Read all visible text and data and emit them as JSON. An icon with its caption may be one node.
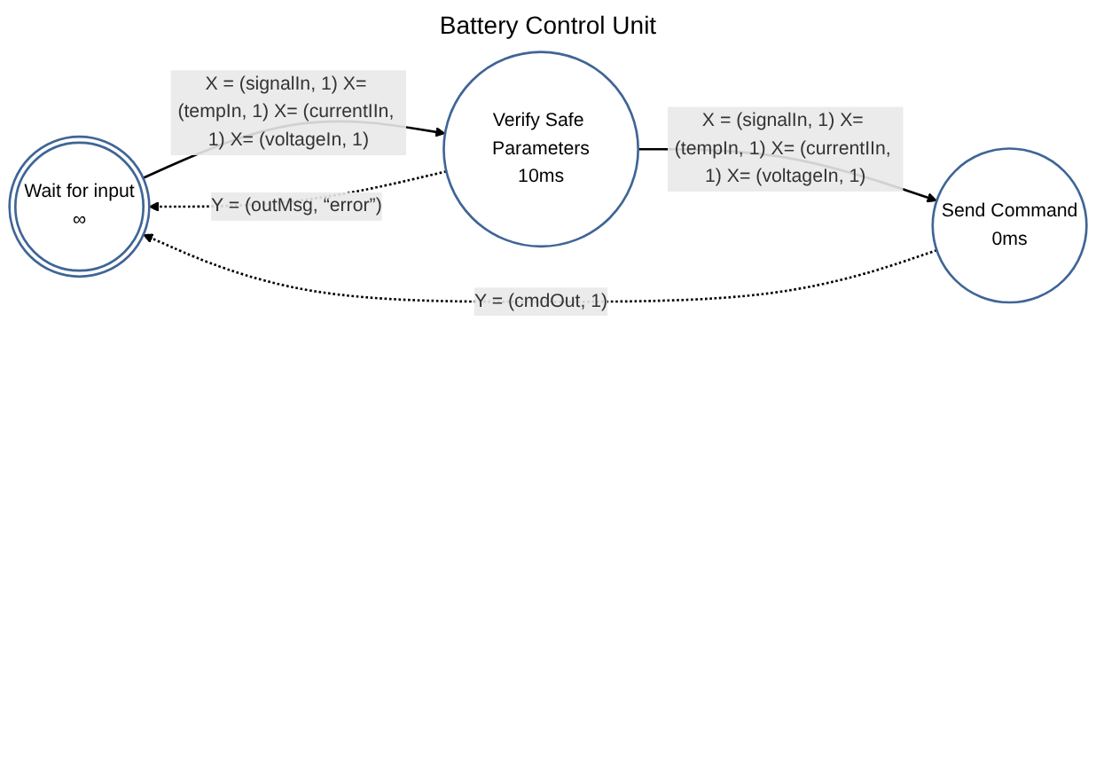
{
  "diagram": {
    "title": "Battery Control Unit",
    "nodes": [
      {
        "text": [
          "Wait for input",
          "∞"
        ]
      },
      {
        "text": [
          "Verify Safe Parameters",
          "10ms"
        ]
      },
      {
        "text": [
          "Send Command",
          "0ms"
        ]
      }
    ],
    "edges": [
      {
        "from": 0,
        "to": 1,
        "arrow": "to",
        "label": "X = (signalIn, 1) X= (tempIn, 1) X= (currentIIn, 1) X= (voltageIn, 1)"
      },
      {
        "from": 1,
        "to": 0,
        "arrow": "to",
        "style": "dashed",
        "label": "Y = (outMsg, “error”)"
      },
      {
        "from": 1,
        "to": 2,
        "arrow": "to",
        "label": "X = (signalIn, 1) X= (tempIn, 1) X= (currentIIn, 1) X= (voltageIn, 1)"
      },
      {
        "from": 2,
        "to": 0,
        "arrow": "to",
        "style": "dashed",
        "label": "Y = (cmdOut, 1)"
      }
    ]
  }
}
